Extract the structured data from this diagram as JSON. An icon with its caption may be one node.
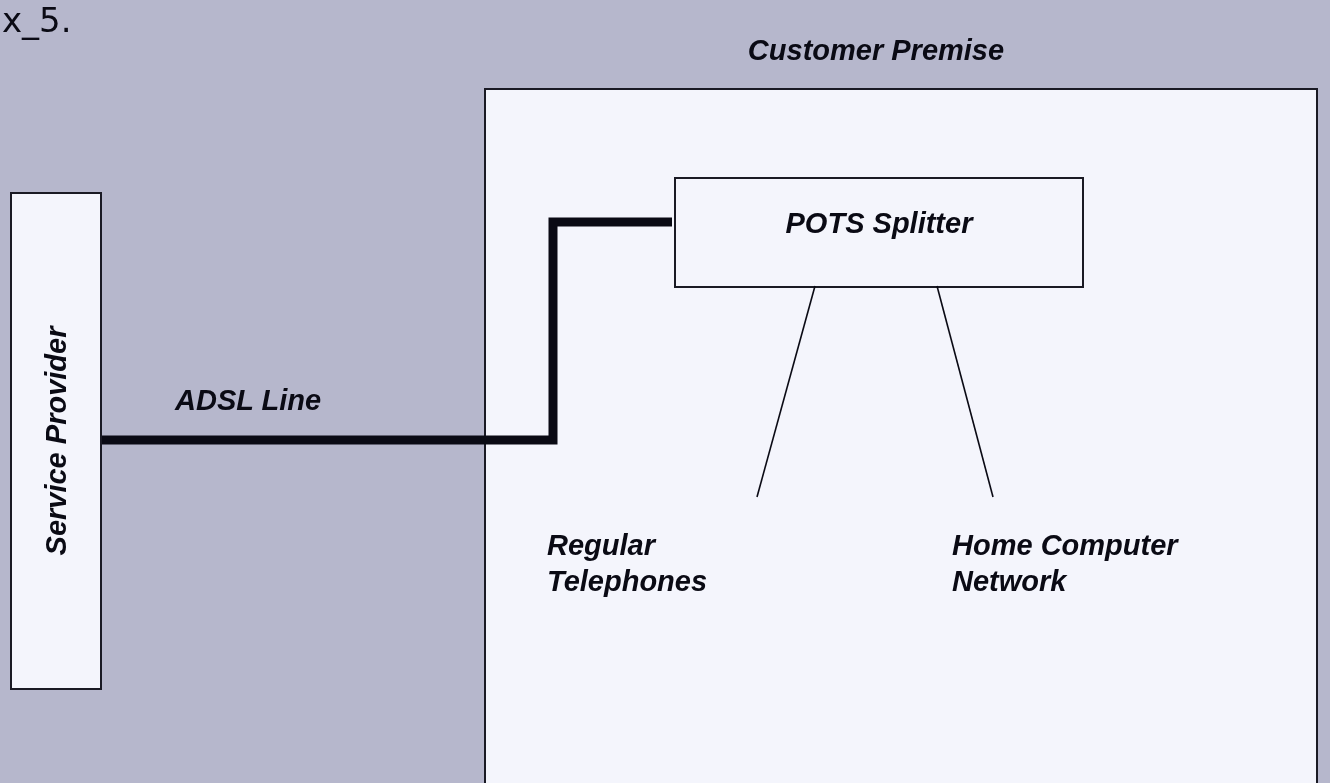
{
  "diagram": {
    "nodes": [
      {
        "text": [
          "Customer Premise"
        ]
      },
      {
        "text": [
          "Service Provider"
        ]
      },
      {
        "text": [
          "POTS Splitter"
        ],
        "in": 0
      },
      {
        "text": [
          "Regular Telephones"
        ],
        "in": 0
      },
      {
        "text": [
          "Home Computer Network"
        ],
        "in": 0
      }
    ],
    "edges": [
      {
        "from": 1,
        "to": 2,
        "arrow": "none",
        "label": "ADSL Line",
        "style": "thick"
      },
      {
        "from": 2,
        "to": 3,
        "arrow": "none"
      },
      {
        "from": 2,
        "to": 4,
        "arrow": "none"
      }
    ],
    "labels": [
      "x_5."
    ]
  }
}
